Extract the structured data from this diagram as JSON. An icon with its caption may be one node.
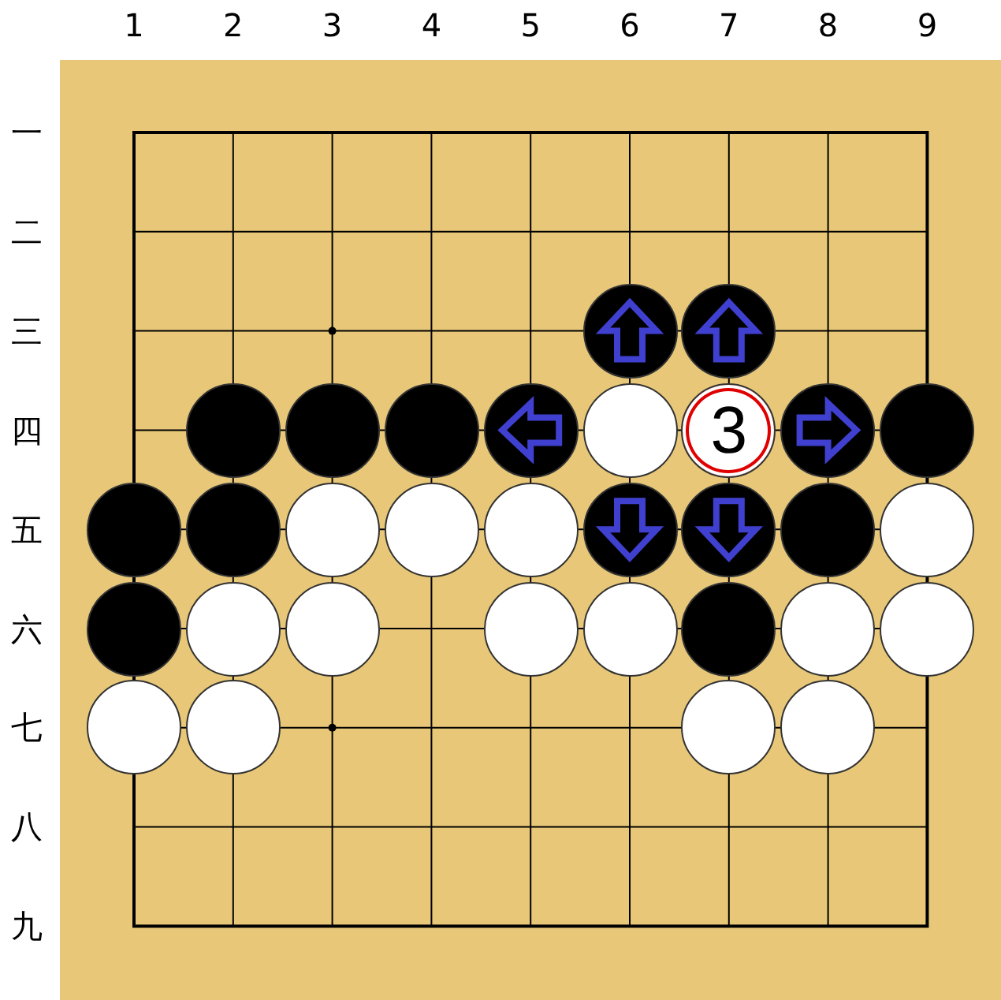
{
  "diagram": {
    "nodes": [
      {
        "text": [],
        "shape": "circle"
      },
      {
        "text": [],
        "shape": "circle"
      },
      {
        "text": [],
        "shape": "circle"
      },
      {
        "text": [],
        "shape": "circle"
      },
      {
        "text": [],
        "shape": "circle"
      },
      {
        "text": [],
        "shape": "circle"
      },
      {
        "text": [],
        "shape": "circle"
      },
      {
        "text": [
          "3"
        ]
      },
      {
        "text": [],
        "shape": "circle"
      },
      {
        "text": [],
        "shape": "circle"
      },
      {
        "text": [],
        "shape": "circle"
      },
      {
        "text": [],
        "shape": "circle"
      },
      {
        "text": [],
        "shape": "circle"
      },
      {
        "text": [],
        "shape": "circle"
      },
      {
        "text": [],
        "shape": "circle"
      },
      {
        "text": [],
        "shape": "circle"
      },
      {
        "text": [],
        "shape": "circle"
      },
      {
        "text": [],
        "shape": "circle"
      },
      {
        "text": [],
        "shape": "circle"
      },
      {
        "text": [],
        "shape": "circle"
      },
      {
        "text": [],
        "shape": "circle"
      },
      {
        "text": [],
        "shape": "circle"
      },
      {
        "text": [],
        "shape": "circle"
      },
      {
        "text": [],
        "shape": "circle"
      },
      {
        "text": [],
        "shape": "circle"
      },
      {
        "text": [],
        "shape": "circle"
      },
      {
        "text": [],
        "shape": "circle"
      },
      {
        "text": [],
        "shape": "circle"
      },
      {
        "text": [],
        "shape": "circle"
      },
      {
        "text": [],
        "shape": "circle"
      },
      {
        "text": [],
        "shape": "circle"
      }
    ],
    "labels": [
      "1",
      "2",
      "3",
      "4",
      "5",
      "6",
      "7",
      "8",
      "9",
      "一",
      "二",
      "三",
      "四",
      "五",
      "六",
      "七",
      "八",
      "九"
    ]
  }
}
